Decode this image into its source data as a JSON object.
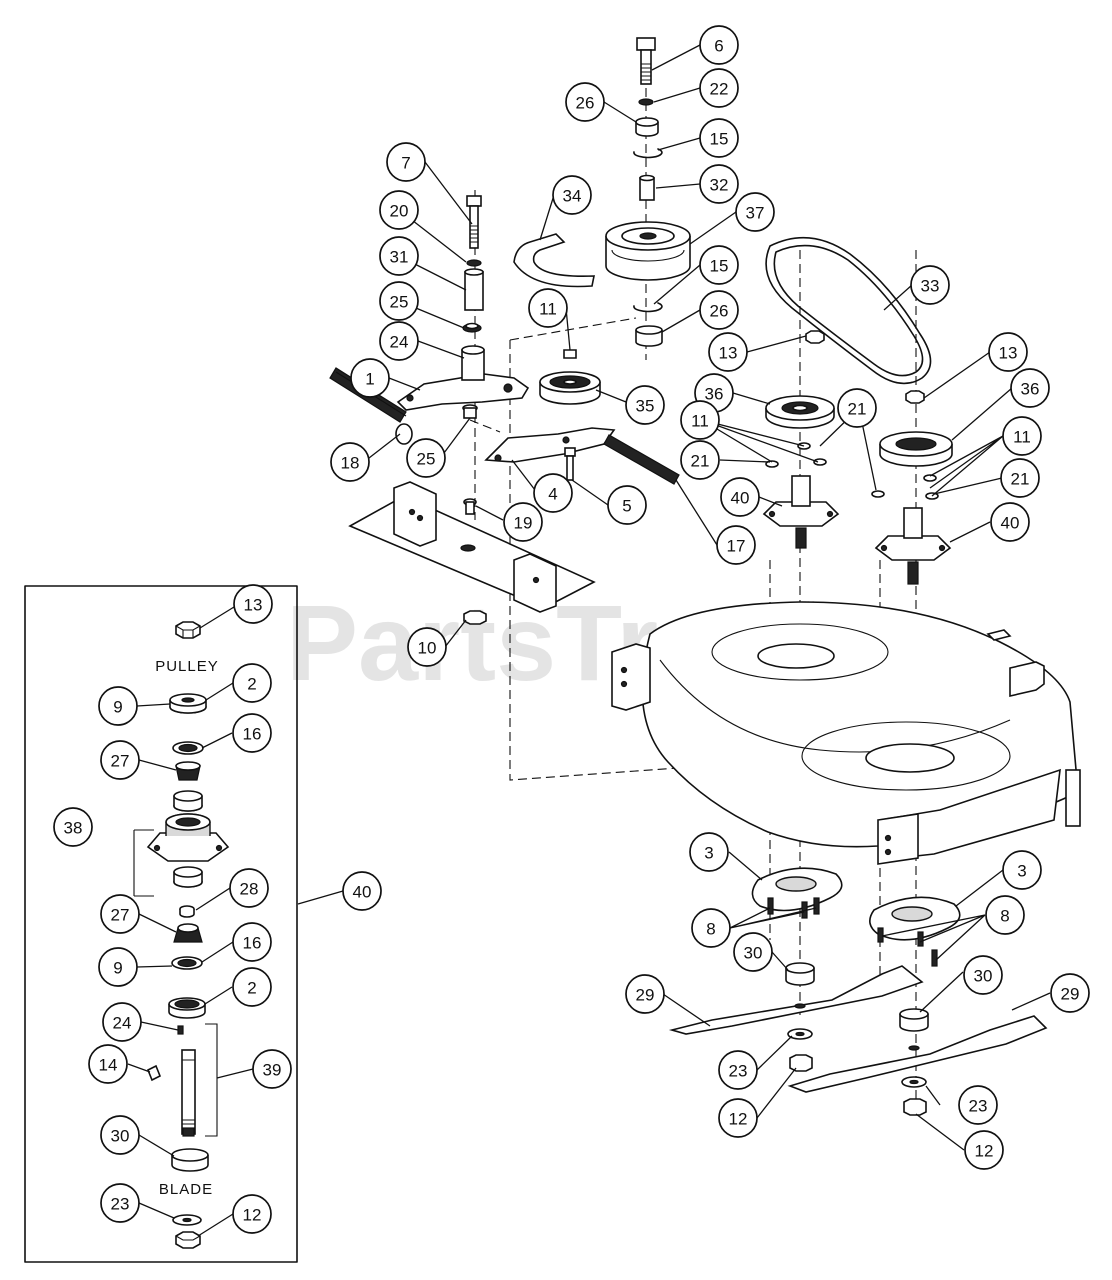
{
  "diagram": {
    "watermark": "PartsTree",
    "watermark_mark": "™",
    "inset_labels": {
      "pulley": "PULLEY",
      "blade": "BLADE"
    },
    "callouts": [
      {
        "id": "c6",
        "n": "6"
      },
      {
        "id": "c22",
        "n": "22"
      },
      {
        "id": "c26a",
        "n": "26"
      },
      {
        "id": "c15a",
        "n": "15"
      },
      {
        "id": "c32",
        "n": "32"
      },
      {
        "id": "c37",
        "n": "37"
      },
      {
        "id": "c34",
        "n": "34"
      },
      {
        "id": "c15b",
        "n": "15"
      },
      {
        "id": "c26b",
        "n": "26"
      },
      {
        "id": "c7",
        "n": "7"
      },
      {
        "id": "c20",
        "n": "20"
      },
      {
        "id": "c31",
        "n": "31"
      },
      {
        "id": "c25a",
        "n": "25"
      },
      {
        "id": "c24a",
        "n": "24"
      },
      {
        "id": "c1",
        "n": "1"
      },
      {
        "id": "c11a",
        "n": "11"
      },
      {
        "id": "c35",
        "n": "35"
      },
      {
        "id": "c33",
        "n": "33"
      },
      {
        "id": "c13a",
        "n": "13"
      },
      {
        "id": "c13b",
        "n": "13"
      },
      {
        "id": "c36a",
        "n": "36"
      },
      {
        "id": "c36b",
        "n": "36"
      },
      {
        "id": "c21a",
        "n": "21"
      },
      {
        "id": "c11b",
        "n": "11"
      },
      {
        "id": "c11c",
        "n": "11"
      },
      {
        "id": "c21b",
        "n": "21"
      },
      {
        "id": "c21c",
        "n": "21"
      },
      {
        "id": "c18",
        "n": "18"
      },
      {
        "id": "c25b",
        "n": "25"
      },
      {
        "id": "c4",
        "n": "4"
      },
      {
        "id": "c5",
        "n": "5"
      },
      {
        "id": "c17",
        "n": "17"
      },
      {
        "id": "c19",
        "n": "19"
      },
      {
        "id": "c40a",
        "n": "40"
      },
      {
        "id": "c40b",
        "n": "40"
      },
      {
        "id": "c10",
        "n": "10"
      },
      {
        "id": "c3a",
        "n": "3"
      },
      {
        "id": "c3b",
        "n": "3"
      },
      {
        "id": "c8a",
        "n": "8"
      },
      {
        "id": "c8b",
        "n": "8"
      },
      {
        "id": "c30a",
        "n": "30"
      },
      {
        "id": "c30b",
        "n": "30"
      },
      {
        "id": "c29a",
        "n": "29"
      },
      {
        "id": "c29b",
        "n": "29"
      },
      {
        "id": "c23a",
        "n": "23"
      },
      {
        "id": "c23b",
        "n": "23"
      },
      {
        "id": "c12a",
        "n": "12"
      },
      {
        "id": "c12b",
        "n": "12"
      },
      {
        "id": "i13",
        "n": "13"
      },
      {
        "id": "i2a",
        "n": "2"
      },
      {
        "id": "i9a",
        "n": "9"
      },
      {
        "id": "i16a",
        "n": "16"
      },
      {
        "id": "i27a",
        "n": "27"
      },
      {
        "id": "i38",
        "n": "38"
      },
      {
        "id": "i28",
        "n": "28"
      },
      {
        "id": "i40",
        "n": "40"
      },
      {
        "id": "i27b",
        "n": "27"
      },
      {
        "id": "i16b",
        "n": "16"
      },
      {
        "id": "i9b",
        "n": "9"
      },
      {
        "id": "i2b",
        "n": "2"
      },
      {
        "id": "i24",
        "n": "24"
      },
      {
        "id": "i14",
        "n": "14"
      },
      {
        "id": "i39",
        "n": "39"
      },
      {
        "id": "i30",
        "n": "30"
      },
      {
        "id": "i23",
        "n": "23"
      },
      {
        "id": "i12",
        "n": "12"
      }
    ]
  }
}
